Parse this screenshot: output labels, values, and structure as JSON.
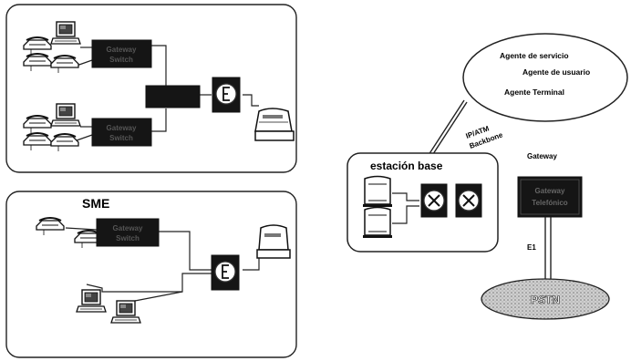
{
  "top_left_panel": {
    "switch_labels": [
      [
        "Gateway",
        "Switch"
      ],
      [
        "Gateway",
        "Switch"
      ]
    ]
  },
  "sme_panel": {
    "title": "SME",
    "switch_label": [
      "Gateway",
      "Switch"
    ]
  },
  "cloud": {
    "lines": [
      "Agente de servicio",
      "Agente de usuario",
      "Agente Terminal"
    ]
  },
  "backbone": {
    "line1": "IP/ATM",
    "line2": "Backbone"
  },
  "base_station": {
    "title": "estación base"
  },
  "gateway_block": {
    "top_label": "Gateway",
    "box_lines": [
      "Gateway",
      "Telefónico"
    ]
  },
  "link": {
    "label": "E1"
  },
  "pstn": {
    "label": "PSTN"
  },
  "colors": {
    "ink": "#111111",
    "switch_dark": "#151515",
    "pstn_fill": "#b8b8b8"
  }
}
